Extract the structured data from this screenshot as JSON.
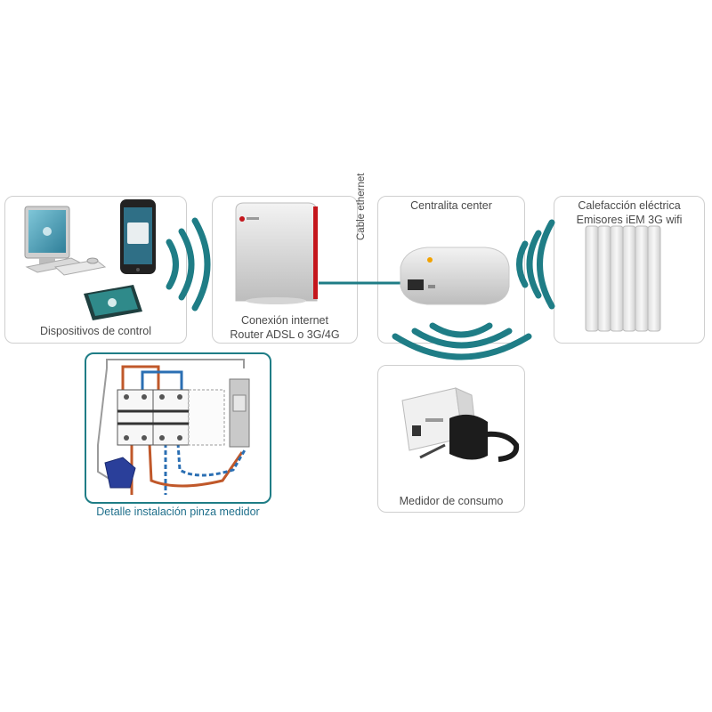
{
  "nodes": {
    "control_devices": {
      "label": "Dispositivos de control"
    },
    "router": {
      "label_line1": "Conexión internet",
      "label_line2": "Router ADSL o 3G/4G"
    },
    "hub": {
      "label": "Centralita center"
    },
    "heater": {
      "label_line1": "Calefacción eléctrica",
      "label_line2": "Emisores iEM 3G wifi"
    },
    "meter": {
      "label": "Medidor de consumo"
    }
  },
  "connection": {
    "cable_label": "Cable ethernet"
  },
  "detail": {
    "label": "Detalle instalación pinza medidor"
  },
  "colors": {
    "signal": "#1f7d86",
    "frame": "#cfcfcf",
    "detail_frame": "#1f7d86",
    "detail_text": "#1f6f8b",
    "router_accent": "#c4161c"
  }
}
